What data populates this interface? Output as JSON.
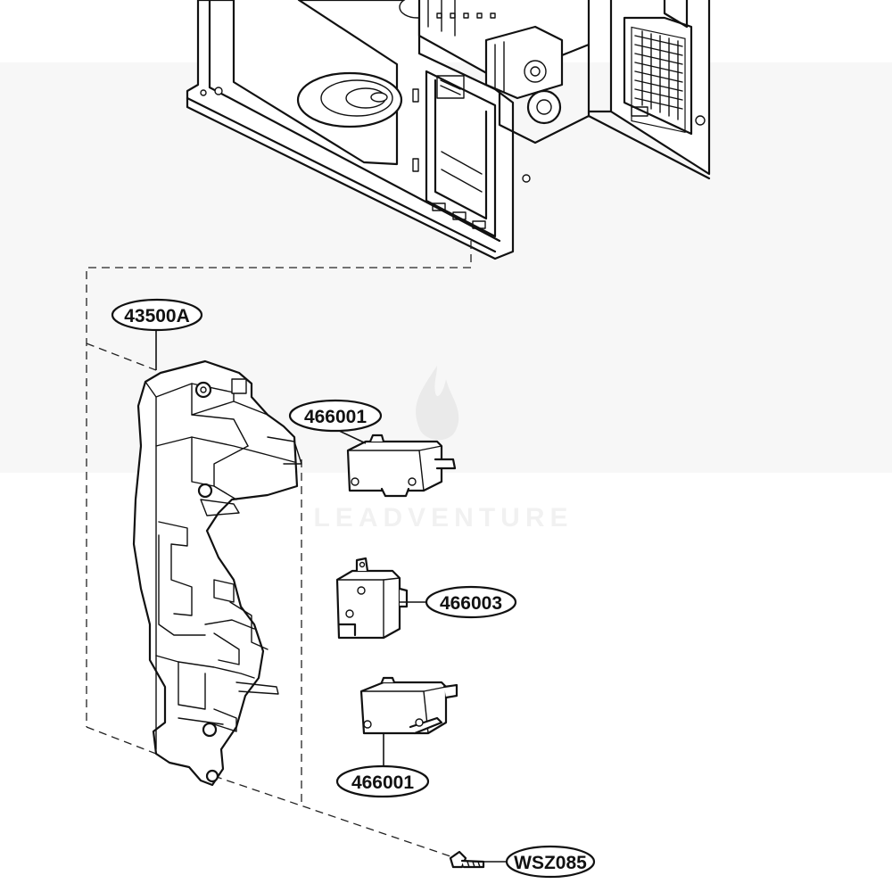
{
  "callouts": {
    "door_latch_bracket": "43500A",
    "switch_top": "466001",
    "switch_middle": "466003",
    "switch_bottom": "466001",
    "screw": "WSZ085"
  },
  "watermark": {
    "text": "LEADVENTURE"
  },
  "icons": {
    "watermark_logo": "flame-icon"
  }
}
